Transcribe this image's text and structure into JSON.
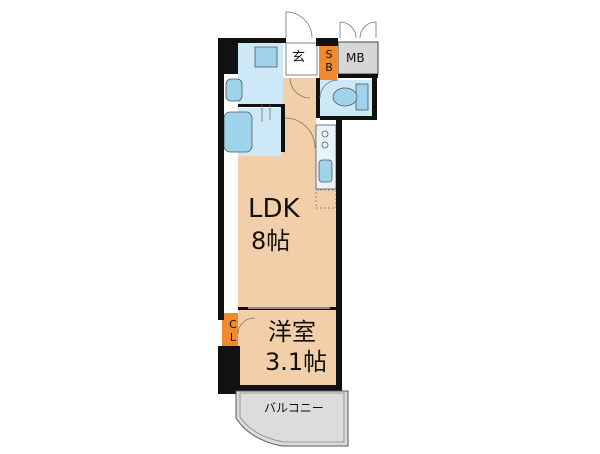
{
  "floorplan": {
    "rooms": {
      "ldk": {
        "label": "LDK",
        "size": "8帖"
      },
      "western_room": {
        "label": "洋室",
        "size": "3.1帖"
      },
      "entrance": {
        "label": "玄"
      },
      "shoe_box": {
        "label": [
          "S",
          "B"
        ]
      },
      "meter_box": {
        "label": "MB"
      },
      "closet": {
        "label": [
          "C",
          "L"
        ]
      },
      "balcony": {
        "label": "バルコニー"
      }
    },
    "colors": {
      "ldk_floor": "#f2cfa8",
      "bath_area": "#cde9f7",
      "fixture": "#9fd3ec",
      "storage": "#f08a2c",
      "wall": "#111111",
      "balcony": "#dcdcdc",
      "meter_box": "#d6d6d6"
    }
  }
}
